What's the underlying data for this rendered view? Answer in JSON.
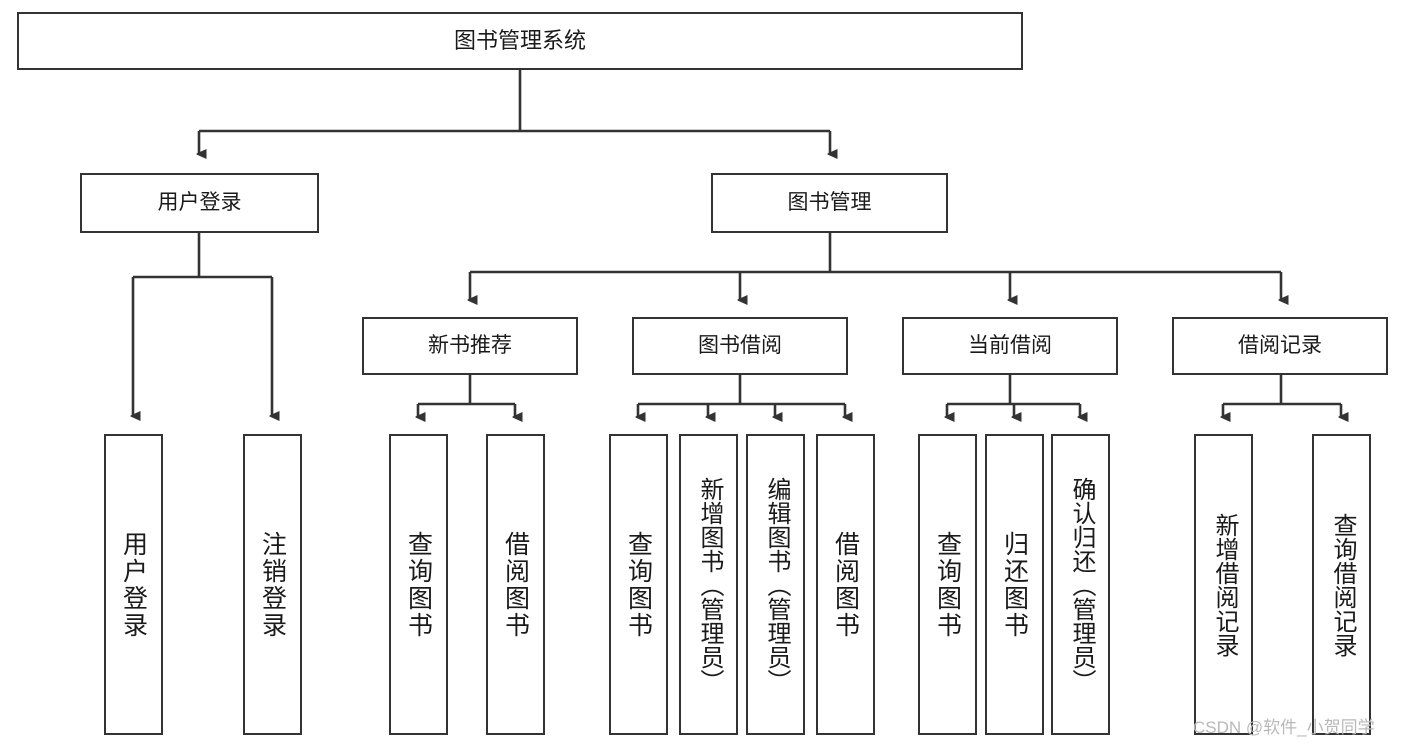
{
  "diagram": {
    "title": "图书管理系统",
    "type": "功能结构图",
    "style": {
      "border_color": "#333333",
      "text_color": "#1a1a1a",
      "background": "#ffffff",
      "watermark_color": "#b9b9b9"
    },
    "nodes": {
      "root": {
        "label": "图书管理系统"
      },
      "level2": [
        {
          "id": "user-login",
          "label": "用户登录"
        },
        {
          "id": "book-manage",
          "label": "图书管理"
        }
      ],
      "level3": [
        {
          "id": "new-book-recommend",
          "label": "新书推荐"
        },
        {
          "id": "book-borrow",
          "label": "图书借阅"
        },
        {
          "id": "current-borrow",
          "label": "当前借阅"
        },
        {
          "id": "borrow-record",
          "label": "借阅记录"
        }
      ],
      "leaves": {
        "user_login": [
          {
            "id": "leaf-user-login",
            "label": "用户登录"
          },
          {
            "id": "leaf-logout-login",
            "label": "注销登录"
          }
        ],
        "new_book_recommend": [
          {
            "id": "leaf-query-book-1",
            "label": "查询图书"
          },
          {
            "id": "leaf-borrow-book-1",
            "label": "借阅图书"
          }
        ],
        "book_borrow": [
          {
            "id": "leaf-query-book-2",
            "label": "查询图书"
          },
          {
            "id": "leaf-add-book",
            "label": "新增图书（管理员）"
          },
          {
            "id": "leaf-edit-book",
            "label": "编辑图书（管理员）"
          },
          {
            "id": "leaf-borrow-book-2",
            "label": "借阅图书"
          }
        ],
        "current_borrow": [
          {
            "id": "leaf-query-book-3",
            "label": "查询图书"
          },
          {
            "id": "leaf-return-book",
            "label": "归还图书"
          },
          {
            "id": "leaf-confirm-return",
            "label": "确认归还（管理员）"
          }
        ],
        "borrow_record": [
          {
            "id": "leaf-add-borrow-record",
            "label": "新增借阅记录"
          },
          {
            "id": "leaf-query-borrow-record",
            "label": "查询借阅记录"
          }
        ]
      }
    },
    "watermark": "CSDN @软件_小贺同学"
  }
}
